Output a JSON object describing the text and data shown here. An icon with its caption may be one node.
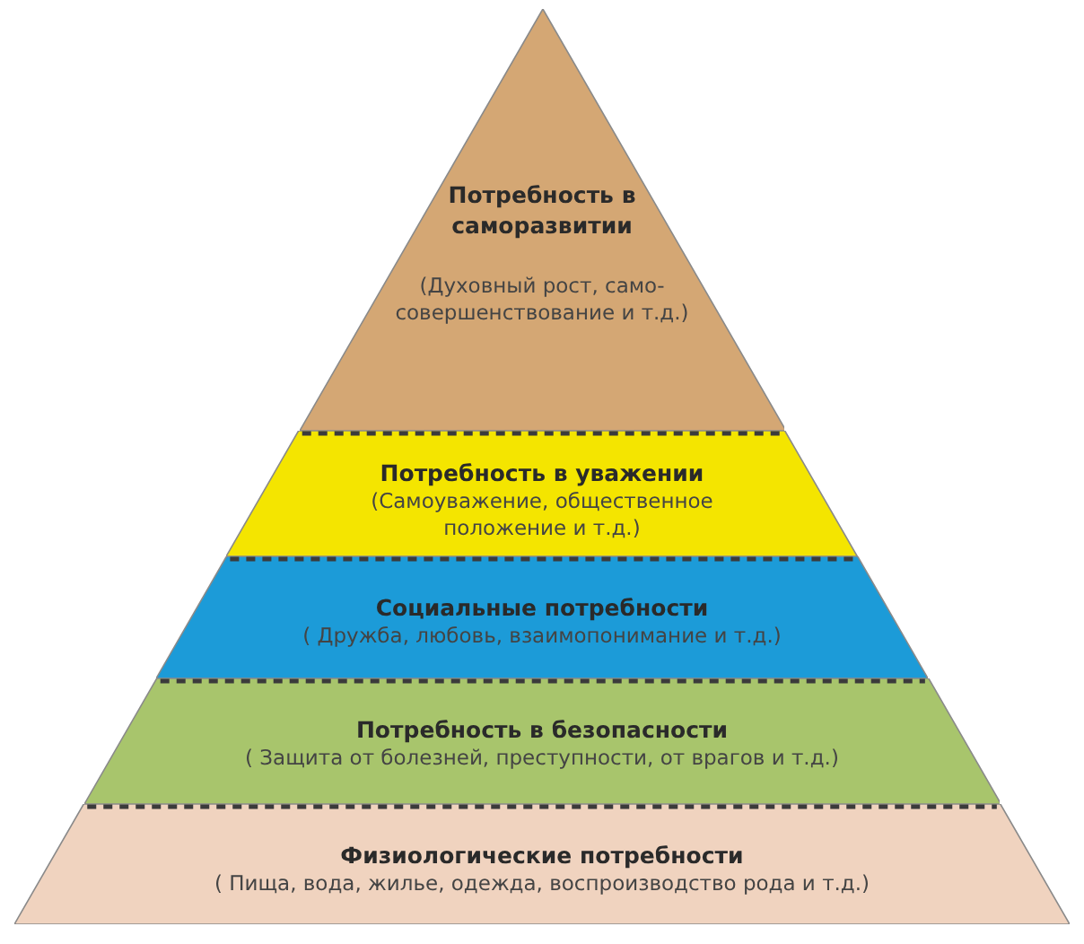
{
  "diagram": {
    "nodes": [
      {
        "text": [
          "Потребность в саморазвитии",
          "(Духовный рост, само-совершенствование и т.д.)"
        ]
      },
      {
        "text": [
          "Потребность в уважении",
          "(Самоуважение, общественное положение и т.д.)"
        ]
      },
      {
        "text": [
          "Социальные потребности",
          "( Дружба, любовь, взаимопонимание и т.д.)"
        ]
      },
      {
        "text": [
          "Потребность в безопасности",
          "( Защита от болезней, преступности, от врагов и т.д.)"
        ]
      },
      {
        "text": [
          "Физиологические потребности",
          "( Пища, вода, жилье, одежда, воспроизводство рода и т.д.)"
        ]
      }
    ]
  }
}
